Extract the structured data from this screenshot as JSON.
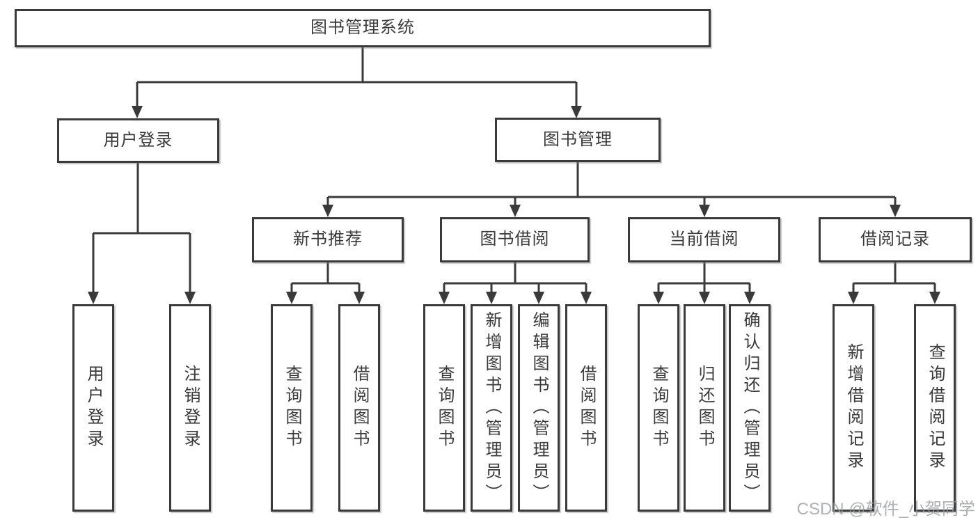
{
  "diagram": {
    "root": {
      "label": "图书管理系统"
    },
    "user_login": {
      "label": "用户登录",
      "children": [
        {
          "label": "用户登录"
        },
        {
          "label": "注销登录"
        }
      ]
    },
    "book_mgmt": {
      "label": "图书管理",
      "sections": {
        "new_books": {
          "label": "新书推荐",
          "children": [
            {
              "label": "查询图书"
            },
            {
              "label": "借阅图书"
            }
          ]
        },
        "book_borrow": {
          "label": "图书借阅",
          "children": [
            {
              "label": "查询图书"
            },
            {
              "label": "新增图书（管理员）"
            },
            {
              "label": "编辑图书（管理员）"
            },
            {
              "label": "借阅图书"
            }
          ]
        },
        "current_borrow": {
          "label": "当前借阅",
          "children": [
            {
              "label": "查询图书"
            },
            {
              "label": "归还图书"
            },
            {
              "label": "确认归还（管理员）"
            }
          ]
        },
        "borrow_records": {
          "label": "借阅记录",
          "children": [
            {
              "label": "新增借阅记录"
            },
            {
              "label": "查询借阅记录"
            }
          ]
        }
      }
    }
  },
  "watermark": {
    "text": "CSDN @软件_小贺同学"
  },
  "colors": {
    "line": "#3a3a3a",
    "text": "#3a3a3a",
    "background": "#ffffff",
    "watermark": "#969aa0"
  }
}
